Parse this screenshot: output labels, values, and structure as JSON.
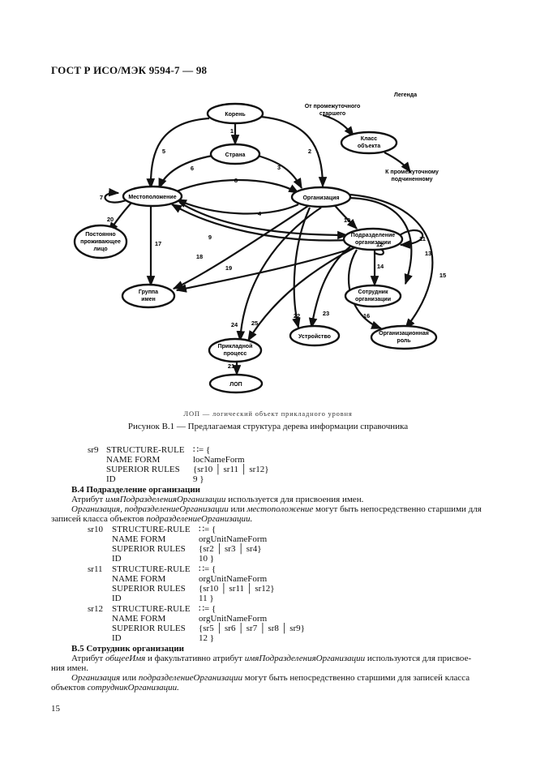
{
  "header": {
    "title": "ГОСТ Р ИСО/МЭК 9594-7 — 98"
  },
  "diagram": {
    "legend_title": "Легенда",
    "legend_from_line1": "От промежуточного",
    "legend_from_line2": "старшего",
    "legend_class_line1": "Класс",
    "legend_class_line2": "объекта",
    "legend_to_line1": "К промежуточному",
    "legend_to_line2": "подчиненному",
    "nodes": {
      "root": "Корень",
      "country": "Страна",
      "locality": "Местоположение",
      "organization": "Организация",
      "residential_line1": "Постоянно",
      "residential_line2": "проживающее",
      "residential_line3": "лицо",
      "org_unit_line1": "Подразделение",
      "org_unit_line2": "организации",
      "group_line1": "Группа",
      "group_line2": "имен",
      "org_person_line1": "Сотрудник",
      "org_person_line2": "организации",
      "app_process_line1": "Прикладной",
      "app_process_line2": "процесс",
      "device": "Устройство",
      "org_role_line1": "Организационная",
      "org_role_line2": "роль",
      "lop": "ЛОП"
    },
    "edges": [
      "1",
      "2",
      "3",
      "4",
      "5",
      "6",
      "7",
      "8",
      "9",
      "10",
      "11",
      "12",
      "13",
      "14",
      "15",
      "16",
      "17",
      "18",
      "19",
      "20",
      "21",
      "22",
      "23",
      "24",
      "25"
    ]
  },
  "lop_note": "ЛОП — логический объект прикладного уровня",
  "figure_caption": "Рисунок В.1 — Предлагаемая структура дерева информации справочника",
  "sr9": {
    "id": "sr9",
    "kw": "STRUCTURE-RULE",
    "assign": "∷= {",
    "nf_label": "NAME FORM",
    "nf_value": "locNameForm",
    "sup_label": "SUPERIOR RULES",
    "sup_value": "{sr10 │ sr11 │ sr12}",
    "id_label": "ID",
    "id_value": "9 }"
  },
  "b4": {
    "heading": "В.4 Подразделение организации",
    "p1_a": "Атрибут ",
    "p1_b": "имяПодразделенияОрганизации",
    "p1_c": " используется для присвоения имен.",
    "p2_a": "Организация, подразделениеОрганизации",
    "p2_b": " или ",
    "p2_c": "местоположение",
    "p2_d": " могут быть непосредственно старшими для",
    "p2_e": "записей класса объектов ",
    "p2_f": "подразделениеОрганизации.",
    "rules": [
      {
        "id": "sr10",
        "kw": "STRUCTURE-RULE",
        "assign": "∷= {",
        "nf_label": "NAME FORM",
        "nf_value": "orgUnitNameForm",
        "sup_label": "SUPERIOR RULES",
        "sup_value": "{sr2 │ sr3 │ sr4}",
        "id_label": "ID",
        "id_value": "10 }"
      },
      {
        "id": "sr11",
        "kw": "STRUCTURE-RULE",
        "assign": "∷= {",
        "nf_label": "NAME FORM",
        "nf_value": "orgUnitNameForm",
        "sup_label": "SUPERIOR RULES",
        "sup_value": "{sr10 │ sr11 │ sr12}",
        "id_label": "ID",
        "id_value": "11 }"
      },
      {
        "id": "sr12",
        "kw": "STRUCTURE-RULE",
        "assign": "∷= {",
        "nf_label": "NAME FORM",
        "nf_value": "orgUnitNameForm",
        "sup_label": "SUPERIOR RULES",
        "sup_value": "{sr5 │ sr6 │ sr7 │ sr8 │ sr9}",
        "id_label": "ID",
        "id_value": "12 }"
      }
    ]
  },
  "b5": {
    "heading": "В.5 Сотрудник организации",
    "p1_a": "Атрибут ",
    "p1_b": "общееИмя",
    "p1_c": " и факультативно атрибут ",
    "p1_d": "имяПодразделенияОрганизации",
    "p1_e": " используются для присвое-",
    "p1_f": "ния имен.",
    "p2_a": "Организация",
    "p2_b": " или ",
    "p2_c": "подразделениеОрганизации",
    "p2_d": " могут быть непосредственно старшими для записей класса",
    "p2_e": "объектов ",
    "p2_f": "сотрудникОрганизации."
  },
  "page_number": "15"
}
